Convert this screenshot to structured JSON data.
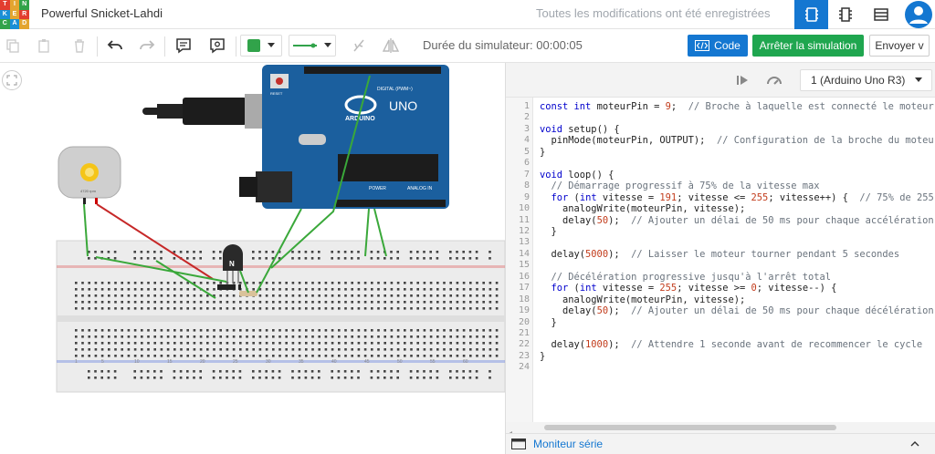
{
  "app": {
    "logo_letters": [
      "T",
      "I",
      "N",
      "K",
      "E",
      "R",
      "C",
      "A",
      "D"
    ],
    "logo_colors": [
      "#e33d2f",
      "#e3a52f",
      "#31a34a",
      "#1a8fd6",
      "#e3a52f",
      "#e33d2f",
      "#31a34a",
      "#1a8fd6",
      "#e3a52f"
    ],
    "project_title": "Powerful Snicket-Lahdi",
    "save_status": "Toutes les modifications ont été enregistrées"
  },
  "toolbar": {
    "sim_time_label": "Durée du simulateur: 00:00:05",
    "code_button": "Code",
    "stop_button": "Arrêter la simulation",
    "send_button": "Envoyer v"
  },
  "circuit": {
    "arduino_brand": "ARDUINO",
    "arduino_model": "UNO",
    "arduino_digital_label": "DIGITAL (PWM~)",
    "arduino_power_label": "POWER",
    "arduino_analog_label": "ANALOG IN",
    "arduino_reset_label": "RESET",
    "motor_label": "4720 rpm",
    "transistor_label": "N",
    "breadboard_numbers": [
      "1",
      "5",
      "10",
      "15",
      "20",
      "25",
      "30",
      "35",
      "40",
      "45",
      "50",
      "55",
      "60"
    ]
  },
  "code_panel": {
    "device_select": "1 (Arduino Uno R3)",
    "lines": [
      "const int moteurPin = 9;  // Broche à laquelle est connecté le moteur",
      "",
      "void setup() {",
      "  pinMode(moteurPin, OUTPUT);  // Configuration de la broche du moteur",
      "}",
      "",
      "void loop() {",
      "  // Démarrage progressif à 75% de la vitesse max",
      "  for (int vitesse = 191; vitesse <= 255; vitesse++) {  // 75% de 255",
      "    analogWrite(moteurPin, vitesse);",
      "    delay(50);  // Ajouter un délai de 50 ms pour chaque accélération",
      "  }",
      "",
      "  delay(5000);  // Laisser le moteur tourner pendant 5 secondes",
      "",
      "  // Décélération progressive jusqu'à l'arrêt total",
      "  for (int vitesse = 255; vitesse >= 0; vitesse--) {",
      "    analogWrite(moteurPin, vitesse);",
      "    delay(50);  // Ajouter un délai de 50 ms pour chaque décélération",
      "  }",
      "",
      "  delay(1000);  // Attendre 1 seconde avant de recommencer le cycle",
      "}",
      ""
    ],
    "serial_monitor_label": "Moniteur série"
  },
  "colors": {
    "accent_blue": "#1477d1",
    "stop_green": "#1fa64f",
    "board_blue": "#1b5f9e",
    "wire_green": "#3aa83a"
  }
}
